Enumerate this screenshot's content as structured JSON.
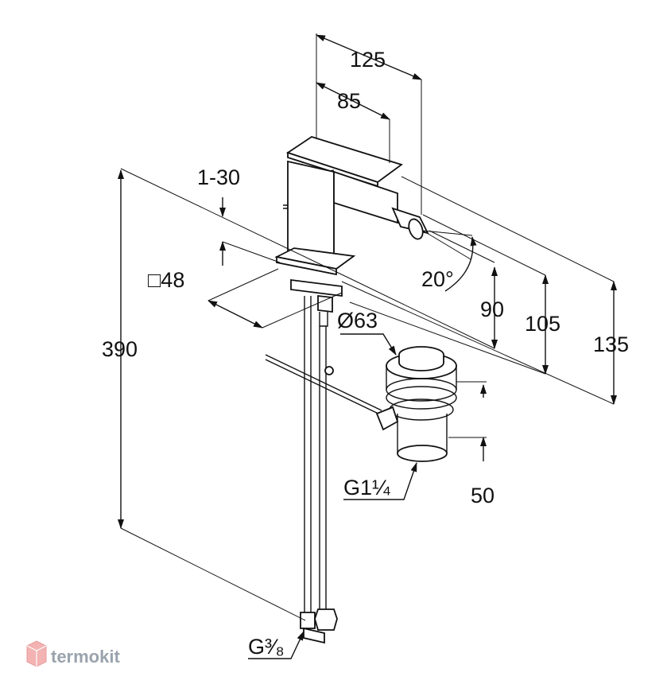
{
  "dimensions": {
    "width_total": "125",
    "width_lever": "85",
    "lever_travel": "1-30",
    "base_square": "□48",
    "total_height": "390",
    "spout_angle": "20°",
    "height_90": "90",
    "height_105": "105",
    "height_135": "135",
    "drain_diameter": "Ø63",
    "drain_thread": "G1¼",
    "drain_length": "50",
    "supply_thread": "G³⁄₈"
  },
  "watermark": {
    "text": "termokit",
    "color": "#9aa3ad",
    "accent": "#f3b3b3"
  },
  "colors": {
    "line": "#111111",
    "background": "#ffffff"
  }
}
